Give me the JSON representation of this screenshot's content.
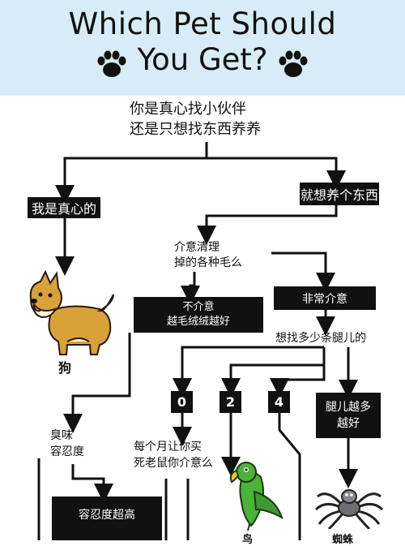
{
  "header": {
    "title_line1": "Which Pet Should",
    "title_line2": "You Get?",
    "background": "#d7ecf6",
    "icons": [
      "paw-print-icon",
      "paw-print-icon"
    ]
  },
  "flowchart": {
    "question_top_line1": "你是真心找小伙伴",
    "question_top_line2": "还是只想找东西养养",
    "answer_true_companion": "我是真心的",
    "answer_just_raise": "就想养个东西",
    "result_dog": "狗",
    "question_shedding_line1": "介意清理",
    "question_shedding_line2": "掉的各种毛么",
    "answer_no_mind_line1": "不介意",
    "answer_no_mind_line2": "越毛绒绒越好",
    "answer_very_mind": "非常介意",
    "question_legs": "想找多少条腿儿的",
    "legs_options": [
      "0",
      "2",
      "4"
    ],
    "answer_more_legs_line1": "腿儿越多",
    "answer_more_legs_line2": "越好",
    "question_smell_line1": "臭味",
    "question_smell_line2": "容忍度",
    "question_mice_line1": "每个月让你买",
    "question_mice_line2": "死老鼠你介意么",
    "answer_high_tolerance": "容忍度超高",
    "result_bird": "鸟",
    "result_spider": "蜘蛛"
  },
  "colors": {
    "box_fill": "#111111",
    "box_text": "#ffffff",
    "dog": "#d9a13a",
    "parrot": "#4bb23a",
    "spider": "#6e6e72"
  }
}
